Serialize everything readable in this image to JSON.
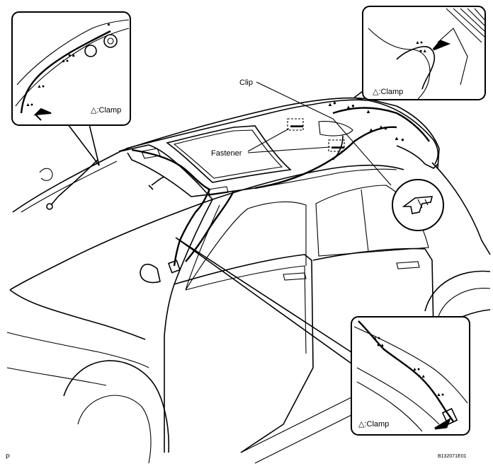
{
  "labels": {
    "clip": "Clip",
    "fastener": "Fastener",
    "clamp_top_left": "△:Clamp",
    "clamp_top_right": "△:Clamp",
    "clamp_bottom_right": "△:Clamp"
  },
  "corner": {
    "left_mark": "P",
    "code": "B132071E01"
  }
}
